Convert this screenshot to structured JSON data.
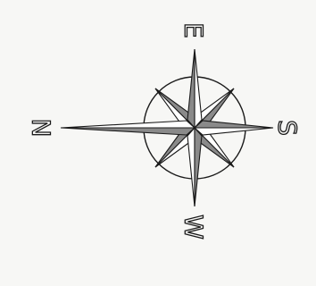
{
  "compass": {
    "labels": {
      "north": "N",
      "east": "E",
      "south": "S",
      "west": "W"
    }
  },
  "colors": {
    "background": "#f7f7f5",
    "ink": "#1a1a1a",
    "shade": "#8a8a8a",
    "face": "#ffffff"
  }
}
